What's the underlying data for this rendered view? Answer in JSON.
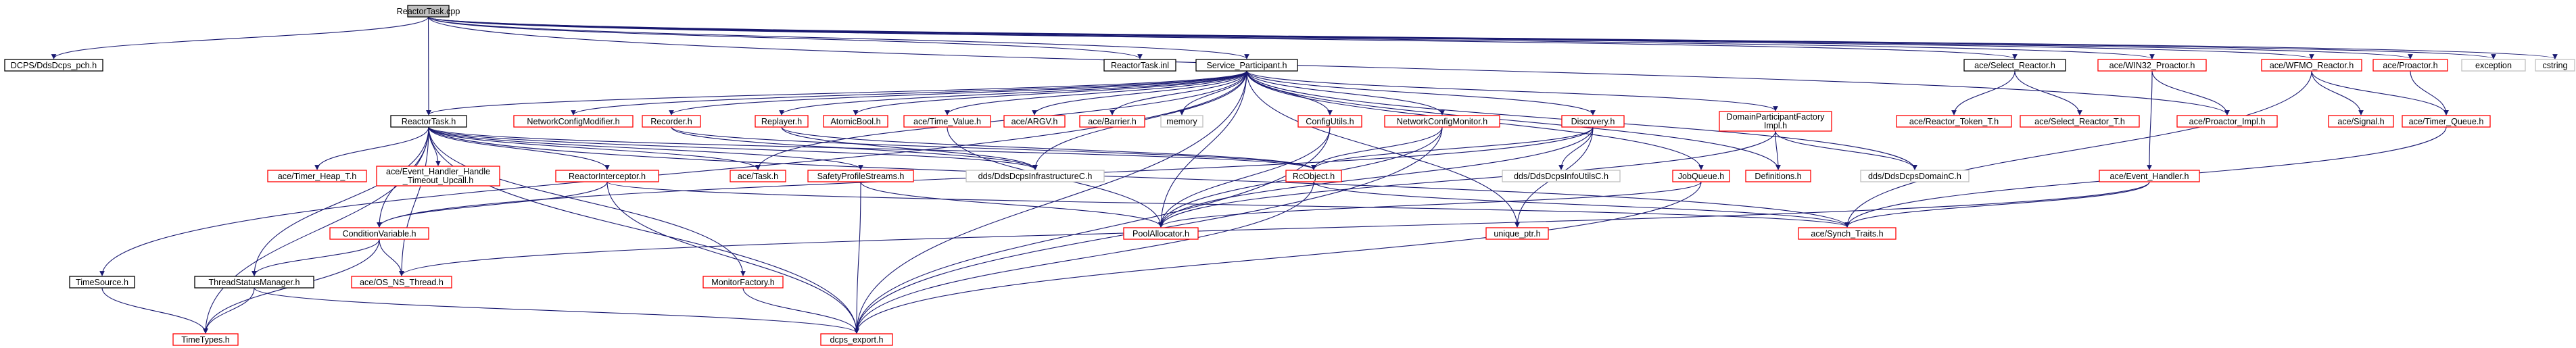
{
  "colors": {
    "box_border_red": "#ff0000",
    "box_border_black": "#000000",
    "box_border_gray": "#bfbfbf",
    "root_fill": "#bfbfbf",
    "label_text": "#000000",
    "edge_blue": "#191970",
    "edge_red": "#8b1a1a",
    "edge_gray": "#a0a0a0"
  },
  "nodes": [
    {
      "id": "n_root",
      "label": "ReactorTask.cpp",
      "kind": "root"
    },
    {
      "id": "n_dcps_pch",
      "label": "DCPS/DdsDcps_pch.h",
      "kind": "black"
    },
    {
      "id": "n_reactortask_inl",
      "label": "ReactorTask.inl",
      "kind": "black"
    },
    {
      "id": "n_service_participant",
      "label": "Service_Participant.h",
      "kind": "black"
    },
    {
      "id": "n_select_reactor",
      "label": "ace/Select_Reactor.h",
      "kind": "black"
    },
    {
      "id": "n_win32_proactor",
      "label": "ace/WIN32_Proactor.h",
      "kind": "red"
    },
    {
      "id": "n_wfmo_reactor",
      "label": "ace/WFMO_Reactor.h",
      "kind": "red"
    },
    {
      "id": "n_proactor",
      "label": "ace/Proactor.h",
      "kind": "red"
    },
    {
      "id": "n_exception",
      "label": "exception",
      "kind": "gray"
    },
    {
      "id": "n_cstring",
      "label": "cstring",
      "kind": "gray"
    },
    {
      "id": "n_reactortask_h",
      "label": "ReactorTask.h",
      "kind": "black"
    },
    {
      "id": "n_network_config_modifier",
      "label": "NetworkConfigModifier.h",
      "kind": "red"
    },
    {
      "id": "n_recorder",
      "label": "Recorder.h",
      "kind": "red"
    },
    {
      "id": "n_replayer",
      "label": "Replayer.h",
      "kind": "red"
    },
    {
      "id": "n_atomicbool",
      "label": "AtomicBool.h",
      "kind": "red"
    },
    {
      "id": "n_time_value",
      "label": "ace/Time_Value.h",
      "kind": "red"
    },
    {
      "id": "n_argv",
      "label": "ace/ARGV.h",
      "kind": "red"
    },
    {
      "id": "n_barrier",
      "label": "ace/Barrier.h",
      "kind": "red"
    },
    {
      "id": "n_memory",
      "label": "memory",
      "kind": "gray"
    },
    {
      "id": "n_configutils",
      "label": "ConfigUtils.h",
      "kind": "red"
    },
    {
      "id": "n_network_config_monitor",
      "label": "NetworkConfigMonitor.h",
      "kind": "red"
    },
    {
      "id": "n_discovery",
      "label": "Discovery.h",
      "kind": "red"
    },
    {
      "id": "n_dpf_impl",
      "label": "DomainParticipantFactory Impl.h",
      "kind": "red"
    },
    {
      "id": "n_reactor_token_t",
      "label": "ace/Reactor_Token_T.h",
      "kind": "red"
    },
    {
      "id": "n_select_reactor_t",
      "label": "ace/Select_Reactor_T.h",
      "kind": "red"
    },
    {
      "id": "n_proactor_impl",
      "label": "ace/Proactor_Impl.h",
      "kind": "red"
    },
    {
      "id": "n_signal",
      "label": "ace/Signal.h",
      "kind": "red"
    },
    {
      "id": "n_timer_queue",
      "label": "ace/Timer_Queue.h",
      "kind": "red"
    },
    {
      "id": "n_timer_heap_t",
      "label": "ace/Timer_Heap_T.h",
      "kind": "red"
    },
    {
      "id": "n_event_handler_upcall",
      "label": "ace/Event_Handler_Handle _Timeout_Upcall.h",
      "kind": "red"
    },
    {
      "id": "n_reactor_interceptor",
      "label": "ReactorInterceptor.h",
      "kind": "red"
    },
    {
      "id": "n_task",
      "label": "ace/Task.h",
      "kind": "red"
    },
    {
      "id": "n_safety_profile_streams",
      "label": "SafetyProfileStreams.h",
      "kind": "red"
    },
    {
      "id": "n_infrastructure_c",
      "label": "dds/DdsDcpsInfrastructureC.h",
      "kind": "gray"
    },
    {
      "id": "n_rcobject",
      "label": "RcObject.h",
      "kind": "red"
    },
    {
      "id": "n_infoutils_c",
      "label": "dds/DdsDcpsInfoUtilsC.h",
      "kind": "gray"
    },
    {
      "id": "n_jobqueue",
      "label": "JobQueue.h",
      "kind": "red"
    },
    {
      "id": "n_definitions",
      "label": "Definitions.h",
      "kind": "red"
    },
    {
      "id": "n_domain_c",
      "label": "dds/DdsDcpsDomainC.h",
      "kind": "gray"
    },
    {
      "id": "n_event_handler",
      "label": "ace/Event_Handler.h",
      "kind": "red"
    },
    {
      "id": "n_condition_variable",
      "label": "ConditionVariable.h",
      "kind": "red"
    },
    {
      "id": "n_pool_allocator",
      "label": "PoolAllocator.h",
      "kind": "red"
    },
    {
      "id": "n_unique_ptr",
      "label": "unique_ptr.h",
      "kind": "red"
    },
    {
      "id": "n_synch_traits",
      "label": "ace/Synch_Traits.h",
      "kind": "red"
    },
    {
      "id": "n_timesource",
      "label": "TimeSource.h",
      "kind": "black"
    },
    {
      "id": "n_thread_status_manager",
      "label": "ThreadStatusManager.h",
      "kind": "black"
    },
    {
      "id": "n_os_ns_thread",
      "label": "ace/OS_NS_Thread.h",
      "kind": "red"
    },
    {
      "id": "n_monitor_factory",
      "label": "MonitorFactory.h",
      "kind": "red"
    },
    {
      "id": "n_timetypes",
      "label": "TimeTypes.h",
      "kind": "red"
    },
    {
      "id": "n_dcps_export",
      "label": "dcps_export.h",
      "kind": "red"
    }
  ],
  "edges": [
    [
      "n_root",
      "n_dcps_pch"
    ],
    [
      "n_root",
      "n_reactortask_inl"
    ],
    [
      "n_root",
      "n_service_participant"
    ],
    [
      "n_root",
      "n_select_reactor"
    ],
    [
      "n_root",
      "n_win32_proactor"
    ],
    [
      "n_root",
      "n_wfmo_reactor"
    ],
    [
      "n_root",
      "n_proactor"
    ],
    [
      "n_root",
      "n_exception"
    ],
    [
      "n_root",
      "n_cstring"
    ],
    [
      "n_root",
      "n_reactortask_h"
    ],
    [
      "n_root",
      "n_proactor_impl"
    ],
    [
      "n_service_participant",
      "n_reactortask_h"
    ],
    [
      "n_service_participant",
      "n_network_config_modifier"
    ],
    [
      "n_service_participant",
      "n_recorder"
    ],
    [
      "n_service_participant",
      "n_replayer"
    ],
    [
      "n_service_participant",
      "n_atomicbool"
    ],
    [
      "n_service_participant",
      "n_time_value"
    ],
    [
      "n_service_participant",
      "n_argv"
    ],
    [
      "n_service_participant",
      "n_barrier"
    ],
    [
      "n_service_participant",
      "n_memory"
    ],
    [
      "n_service_participant",
      "n_configutils"
    ],
    [
      "n_service_participant",
      "n_network_config_monitor"
    ],
    [
      "n_service_participant",
      "n_discovery"
    ],
    [
      "n_service_participant",
      "n_dpf_impl"
    ],
    [
      "n_service_participant",
      "n_jobqueue"
    ],
    [
      "n_service_participant",
      "n_definitions"
    ],
    [
      "n_service_participant",
      "n_domain_c"
    ],
    [
      "n_service_participant",
      "n_timesource"
    ],
    [
      "n_service_participant",
      "n_infrastructure_c"
    ],
    [
      "n_service_participant",
      "n_pool_allocator"
    ],
    [
      "n_service_participant",
      "n_unique_ptr"
    ],
    [
      "n_service_participant",
      "n_dcps_export"
    ],
    [
      "n_service_participant",
      "n_task"
    ],
    [
      "n_select_reactor",
      "n_reactor_token_t"
    ],
    [
      "n_select_reactor",
      "n_select_reactor_t"
    ],
    [
      "n_win32_proactor",
      "n_proactor_impl"
    ],
    [
      "n_win32_proactor",
      "n_event_handler"
    ],
    [
      "n_wfmo_reactor",
      "n_signal"
    ],
    [
      "n_wfmo_reactor",
      "n_timer_queue"
    ],
    [
      "n_wfmo_reactor",
      "n_synch_traits"
    ],
    [
      "n_proactor",
      "n_timer_queue"
    ],
    [
      "n_timer_queue",
      "n_synch_traits"
    ],
    [
      "n_reactortask_h",
      "n_timer_heap_t"
    ],
    [
      "n_reactortask_h",
      "n_event_handler_upcall"
    ],
    [
      "n_reactortask_h",
      "n_reactor_interceptor"
    ],
    [
      "n_reactortask_h",
      "n_task"
    ],
    [
      "n_reactortask_h",
      "n_safety_profile_streams"
    ],
    [
      "n_reactortask_h",
      "n_infrastructure_c"
    ],
    [
      "n_reactortask_h",
      "n_rcobject"
    ],
    [
      "n_reactortask_h",
      "n_condition_variable"
    ],
    [
      "n_reactortask_h",
      "n_thread_status_manager"
    ],
    [
      "n_reactortask_h",
      "n_monitor_factory"
    ],
    [
      "n_reactortask_h",
      "n_timetypes"
    ],
    [
      "n_reactortask_h",
      "n_dcps_export"
    ],
    [
      "n_reactortask_h",
      "n_synch_traits"
    ],
    [
      "n_reactortask_h",
      "n_os_ns_thread"
    ],
    [
      "n_recorder",
      "n_rcobject"
    ],
    [
      "n_recorder",
      "n_infrastructure_c"
    ],
    [
      "n_replayer",
      "n_rcobject"
    ],
    [
      "n_replayer",
      "n_infrastructure_c"
    ],
    [
      "n_time_value",
      "n_pool_allocator"
    ],
    [
      "n_configutils",
      "n_pool_allocator"
    ],
    [
      "n_configutils",
      "n_dcps_export"
    ],
    [
      "n_network_config_monitor",
      "n_rcobject"
    ],
    [
      "n_network_config_monitor",
      "n_pool_allocator"
    ],
    [
      "n_network_config_monitor",
      "n_dcps_export"
    ],
    [
      "n_discovery",
      "n_rcobject"
    ],
    [
      "n_discovery",
      "n_infoutils_c"
    ],
    [
      "n_discovery",
      "n_pool_allocator"
    ],
    [
      "n_discovery",
      "n_unique_ptr"
    ],
    [
      "n_discovery",
      "n_condition_variable"
    ],
    [
      "n_dpf_impl",
      "n_definitions"
    ],
    [
      "n_dpf_impl",
      "n_domain_c"
    ],
    [
      "n_dpf_impl",
      "n_pool_allocator"
    ],
    [
      "n_jobqueue",
      "n_pool_allocator"
    ],
    [
      "n_jobqueue",
      "n_dcps_export"
    ],
    [
      "n_event_handler",
      "n_synch_traits"
    ],
    [
      "n_event_handler",
      "n_os_ns_thread"
    ],
    [
      "n_reactor_interceptor",
      "n_condition_variable"
    ],
    [
      "n_reactor_interceptor",
      "n_synch_traits"
    ],
    [
      "n_reactor_interceptor",
      "n_dcps_export"
    ],
    [
      "n_safety_profile_streams",
      "n_pool_allocator"
    ],
    [
      "n_safety_profile_streams",
      "n_dcps_export"
    ],
    [
      "n_rcobject",
      "n_synch_traits"
    ],
    [
      "n_rcobject",
      "n_dcps_export"
    ],
    [
      "n_condition_variable",
      "n_thread_status_manager"
    ],
    [
      "n_condition_variable",
      "n_os_ns_thread"
    ],
    [
      "n_condition_variable",
      "n_timetypes"
    ],
    [
      "n_thread_status_manager",
      "n_timetypes"
    ],
    [
      "n_thread_status_manager",
      "n_dcps_export"
    ],
    [
      "n_timesource",
      "n_timetypes"
    ],
    [
      "n_monitor_factory",
      "n_dcps_export"
    ]
  ]
}
